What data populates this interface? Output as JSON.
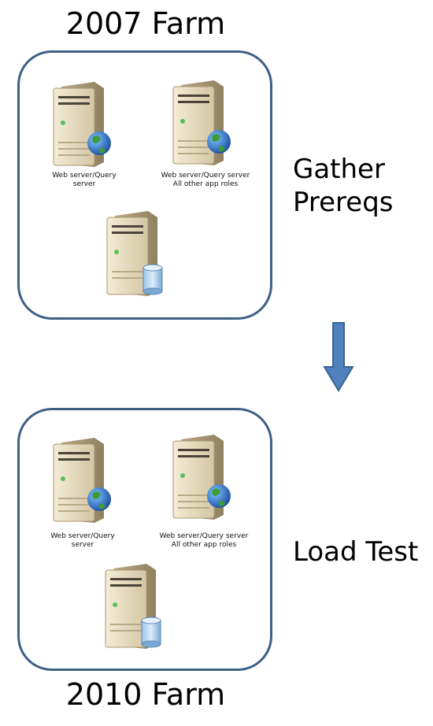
{
  "farms": {
    "top": {
      "title": "2007 Farm",
      "servers": [
        {
          "caption_line1": "Web server/Query",
          "caption_line2": "server",
          "icon": "globe-icon"
        },
        {
          "caption_line1": "Web server/Query server",
          "caption_line2": "All other app roles",
          "icon": "globe-icon"
        },
        {
          "caption_line1": "",
          "caption_line2": "",
          "icon": "database-icon"
        }
      ]
    },
    "bottom": {
      "title": "2010 Farm",
      "servers": [
        {
          "caption_line1": "Web server/Query",
          "caption_line2": "server",
          "icon": "globe-icon"
        },
        {
          "caption_line1": "Web server/Query server",
          "caption_line2": "All other app roles",
          "icon": "globe-icon"
        },
        {
          "caption_line1": "",
          "caption_line2": "",
          "icon": "database-icon"
        }
      ]
    }
  },
  "steps": {
    "gather_line1": "Gather",
    "gather_line2": "Prereqs",
    "load_test": "Load Test"
  },
  "colors": {
    "frame_border": "#3e5f86",
    "arrow_fill": "#4f81bd",
    "arrow_stroke": "#3a6492"
  }
}
